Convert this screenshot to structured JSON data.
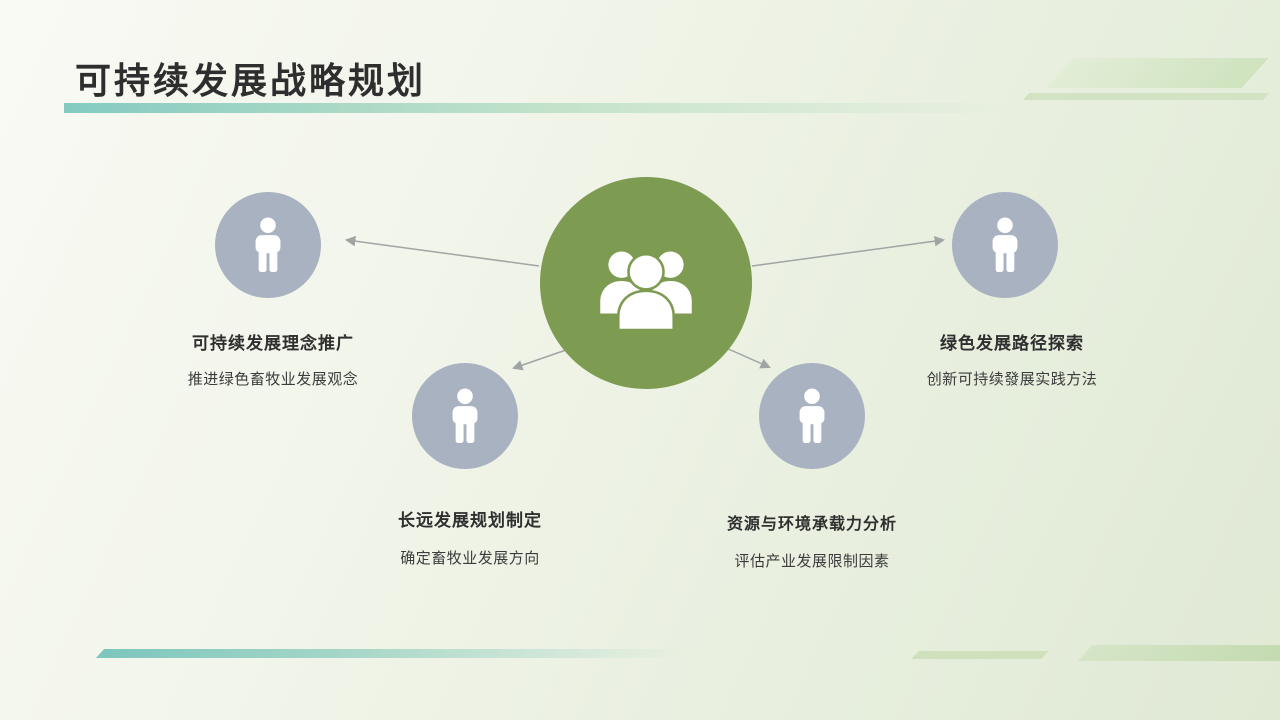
{
  "slide": {
    "title": "可持续发展战略规划"
  },
  "nodes": [
    {
      "title": "可持续发展理念推广",
      "subtitle": "推进绿色畜牧业发展观念"
    },
    {
      "title": "绿色发展路径探索",
      "subtitle": "创新可持续發展实践方法"
    },
    {
      "title": "长远发展规划制定",
      "subtitle": "确定畜牧业发展方向"
    },
    {
      "title": "资源与环境承载力分析",
      "subtitle": "评估产业发展限制因素"
    }
  ],
  "icons": {
    "center": "people-group-icon",
    "node": "person-icon"
  },
  "colors": {
    "center_circle": "#7d9b51",
    "node_circle": "#a9b2c0",
    "accent_teal": "#7cc6bd",
    "accent_green": "#cfe0bd",
    "arrow": "#9fa5a3",
    "title_text": "#2e2e2e"
  }
}
